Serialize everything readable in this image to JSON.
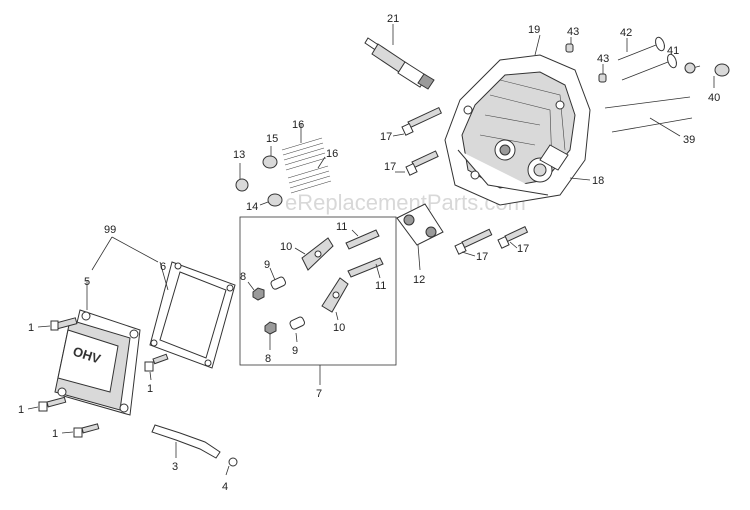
{
  "watermark": "eReplacementParts.com",
  "callouts": {
    "c1a": "1",
    "c1b": "1",
    "c1c": "1",
    "c1d": "1",
    "c3": "3",
    "c4": "4",
    "c5": "5",
    "c6": "6",
    "c7": "7",
    "c8a": "8",
    "c8b": "8",
    "c9a": "9",
    "c9b": "9",
    "c10a": "10",
    "c10b": "10",
    "c11a": "11",
    "c11b": "11",
    "c12": "12",
    "c13": "13",
    "c14": "14",
    "c15": "15",
    "c16a": "16",
    "c16b": "16",
    "c17a": "17",
    "c17b": "17",
    "c17c": "17",
    "c17d": "17",
    "c18": "18",
    "c19": "19",
    "c21": "21",
    "c39": "39",
    "c40": "40",
    "c41": "41",
    "c42": "42",
    "c43a": "43",
    "c43b": "43",
    "c99": "99"
  },
  "labels": {
    "valve_cover_text": "OHV"
  }
}
